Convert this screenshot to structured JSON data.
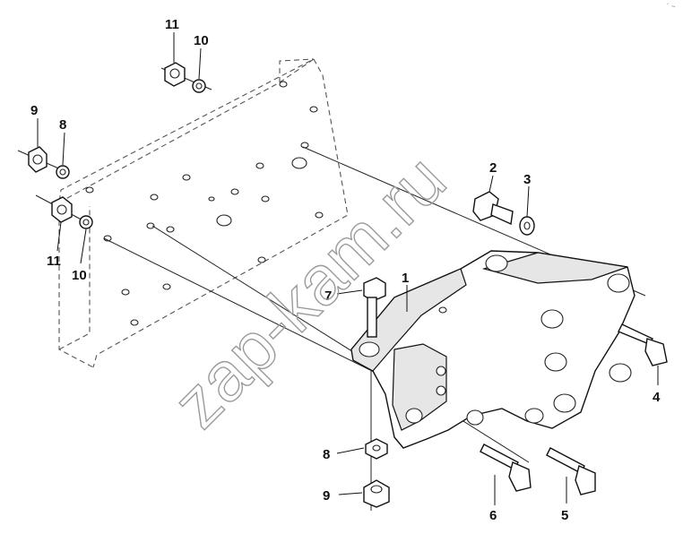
{
  "watermark": "zap-kam.ru",
  "corner_mark": "´ ~",
  "callouts": {
    "c1": "1",
    "c2": "2",
    "c3": "3",
    "c4": "4",
    "c5": "5",
    "c6": "6",
    "c7": "7",
    "c8_top": "8",
    "c9_top": "9",
    "c10_top": "10",
    "c11_top": "11",
    "c10_left": "10",
    "c11_left": "11",
    "c8_bottom": "8",
    "c9_bottom": "9"
  }
}
